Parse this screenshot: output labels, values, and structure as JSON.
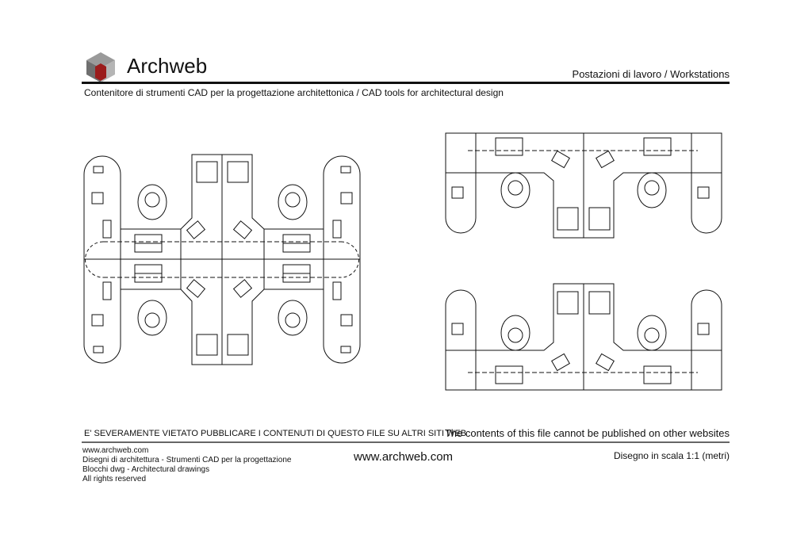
{
  "header": {
    "brand": "Archweb",
    "sheet_title": "Postazioni di lavoro / Workstations",
    "subtitle": "Contenitore di strumenti CAD per la progettazione architettonica  /  CAD tools for architectural design"
  },
  "footer": {
    "warning_it": "E' SEVERAMENTE VIETATO PUBBLICARE I CONTENUTI DI QUESTO FILE SU ALTRI SITI WEB",
    "warning_en": "The contents of this file cannot be published on other websites",
    "lines": [
      "www.archweb.com",
      "Disegni di architettura - Strumenti CAD  per la progettazione",
      "Blocchi dwg - Architectural drawings",
      "All rights reserved"
    ],
    "website": "www.archweb.com",
    "scale": "Disegno in scala 1:1 (metri)"
  },
  "colors": {
    "logo_red": "#9b1c1c",
    "logo_grey": "#8a8a8a",
    "ink": "#111111"
  }
}
